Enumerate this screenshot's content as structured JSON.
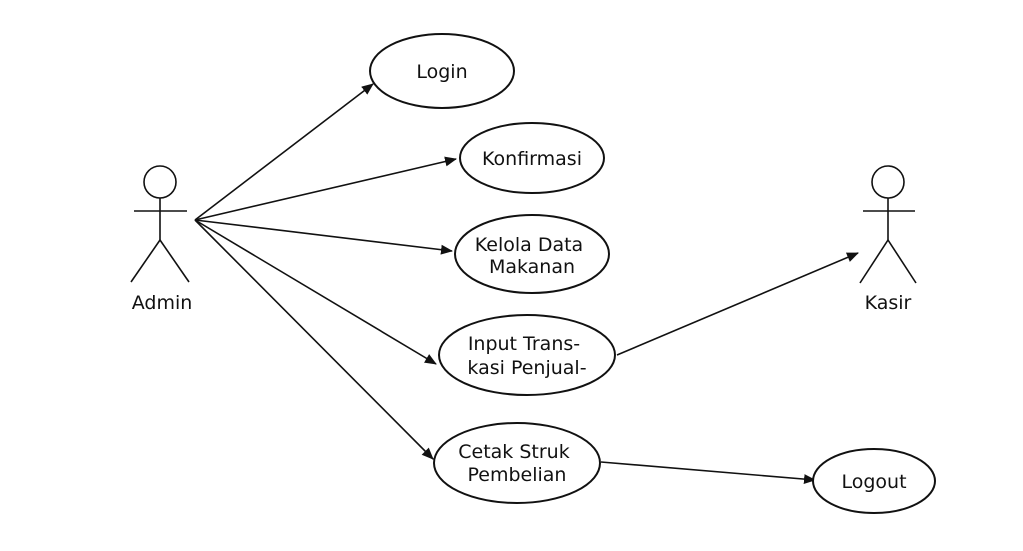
{
  "actors": {
    "admin": {
      "label": "Admin"
    },
    "kasir": {
      "label": "Kasir"
    }
  },
  "use_cases": {
    "login": {
      "lines": [
        "Login"
      ]
    },
    "konfirmasi": {
      "lines": [
        "Konfirmasi"
      ]
    },
    "kelola_data": {
      "lines": [
        "Kelola Data",
        "Makanan"
      ]
    },
    "input_transaksi": {
      "lines": [
        "Input Trans-",
        "kasi Penjual-"
      ]
    },
    "cetak_struk": {
      "lines": [
        "Cetak Struk",
        "Pembelian"
      ]
    },
    "logout": {
      "lines": [
        "Logout"
      ]
    }
  },
  "associations": [
    {
      "from": "admin",
      "to": "login"
    },
    {
      "from": "admin",
      "to": "konfirmasi"
    },
    {
      "from": "admin",
      "to": "kelola_data"
    },
    {
      "from": "admin",
      "to": "input_transaksi"
    },
    {
      "from": "admin",
      "to": "cetak_struk"
    },
    {
      "from": "input_transaksi",
      "to": "kasir"
    },
    {
      "from": "cetak_struk",
      "to": "logout"
    }
  ]
}
